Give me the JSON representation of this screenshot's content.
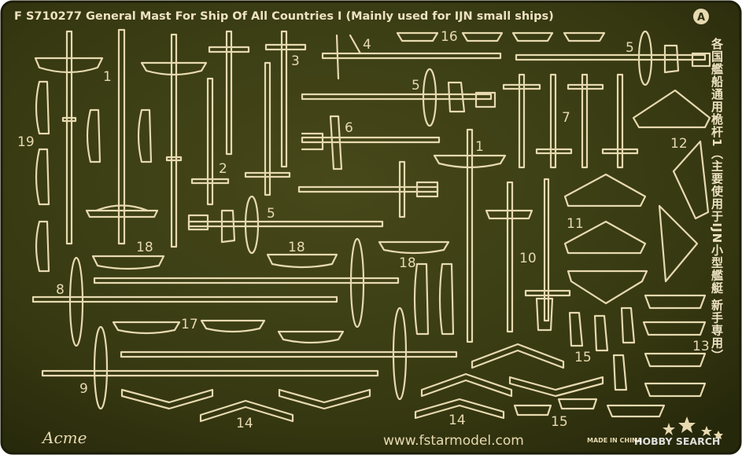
{
  "header": "F S710277 General Mast For Ship Of All Countries I (Mainly used for IJN small ships)",
  "sheet_badge": "A",
  "side_text": "各国艦船通用桅杆1（主要使用于IJN小型艦艇 新手専用）",
  "brand": "Acme",
  "website": "www.fstarmodel.com",
  "made_in": "MADE IN CHINA",
  "watermark": "HOBBY SEARCH",
  "part_labels": [
    "1",
    "1",
    "2",
    "3",
    "4",
    "5",
    "5",
    "5",
    "6",
    "7",
    "8",
    "9",
    "10",
    "11",
    "12",
    "13",
    "14",
    "14",
    "15",
    "15",
    "16",
    "17",
    "18",
    "18",
    "18",
    "19"
  ],
  "colors": {
    "brass": "#e7d9b0",
    "fret": "#3a3d12",
    "border": "#1c1d08"
  },
  "icons": [
    "star-icon",
    "badge-circle-icon"
  ]
}
